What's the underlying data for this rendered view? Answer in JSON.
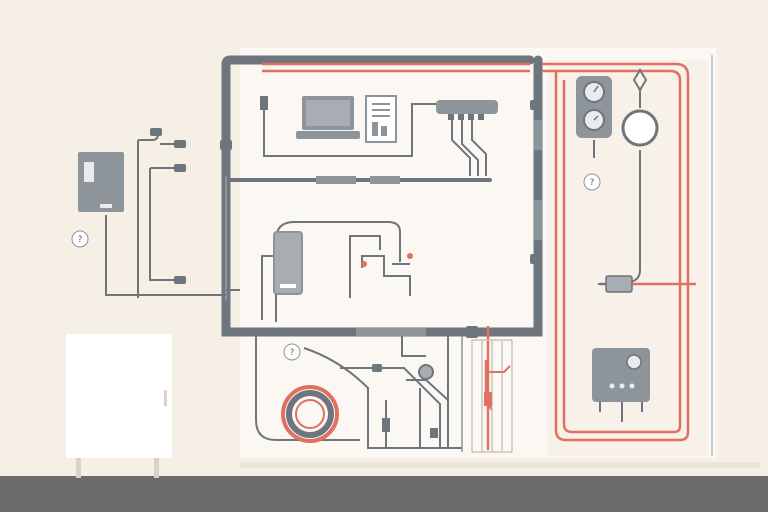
{
  "colors": {
    "background": "#f6efe6",
    "panel": "#fbf8f3",
    "pipe": "#6e757c",
    "pipe_light": "#8d949a",
    "red_line": "#e0705f",
    "floor": "#6b6b6b",
    "cabinet": "#ffffff"
  },
  "markers": [
    {
      "name": "help-marker-left",
      "text": "?"
    },
    {
      "name": "help-marker-right",
      "text": "?"
    },
    {
      "name": "help-marker-bottom",
      "text": "?"
    }
  ],
  "icons": [
    "laptop-icon",
    "document-icon",
    "router-icon",
    "electrical-panel-icon",
    "phone-device-icon",
    "pressure-gauges-icon",
    "water-heater-icon",
    "boiler-icon",
    "coil-icon",
    "storage-cabinet-icon",
    "valve-icon"
  ]
}
